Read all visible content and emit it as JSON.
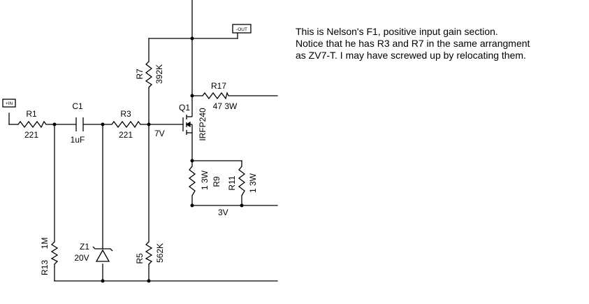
{
  "note": {
    "lines": [
      "This is Nelson's F1, positive input gain section.",
      "Notice that he has R3 and R7 in the same arrangment",
      "as ZV7-T. I may have screwed up by relocating them."
    ]
  },
  "ports": {
    "in": "+IN",
    "out": "-OUT"
  },
  "components": {
    "r1": {
      "ref": "R1",
      "value": "221"
    },
    "c1": {
      "ref": "C1",
      "value": "1uF"
    },
    "r3": {
      "ref": "R3",
      "value": "221"
    },
    "r7": {
      "ref": "R7",
      "value": "392K"
    },
    "r17": {
      "ref": "R17",
      "value": "47 3W"
    },
    "q1": {
      "ref": "Q1",
      "value": "IRFP240"
    },
    "r9": {
      "ref": "R9",
      "value": "1 3W"
    },
    "r11": {
      "ref": "R11",
      "value": "1 3W"
    },
    "r13": {
      "ref": "R13",
      "value": "1M"
    },
    "z1": {
      "ref": "Z1",
      "value": "20V"
    },
    "r5": {
      "ref": "R5",
      "value": "562K"
    }
  },
  "nodes": {
    "gate_bias": "7V",
    "source": "3V"
  }
}
